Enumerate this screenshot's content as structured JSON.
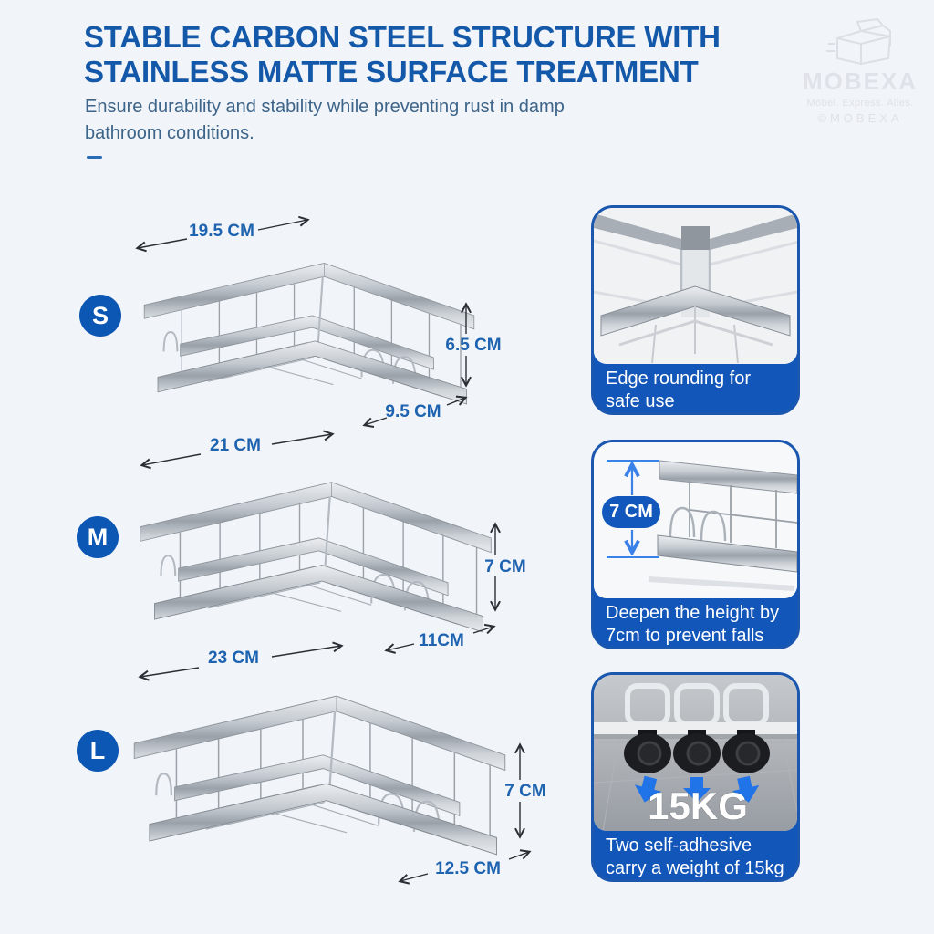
{
  "header": {
    "title_line1": "STABLE CARBON STEEL STRUCTURE WITH",
    "title_line2": "STAINLESS MATTE SURFACE TREATMENT",
    "subtitle_line1": "Ensure durability and stability while preventing rust in damp",
    "subtitle_line2": "bathroom conditions."
  },
  "brand": {
    "name": "MOBEXA",
    "tagline": "Möbel. Express. Alles.",
    "handle": "©MOBEXA",
    "icon": "moving-box-icon"
  },
  "sizes": [
    {
      "label": "S",
      "width": "19.5 CM",
      "height": "6.5 CM",
      "depth": "9.5 CM"
    },
    {
      "label": "M",
      "width": "21 CM",
      "height": "7 CM",
      "depth": "11CM"
    },
    {
      "label": "L",
      "width": "23 CM",
      "height": "7 CM",
      "depth": "12.5 CM"
    }
  ],
  "features": [
    {
      "caption_line1": "Edge rounding for",
      "caption_line2": "safe use",
      "image": "corner-shelf-top-view"
    },
    {
      "badge": "7 CM",
      "caption_line1": "Deepen the height by",
      "caption_line2": "7cm to prevent falls",
      "image": "shelf-depth-view"
    },
    {
      "overlay": "15KG",
      "caption_line1": "Two self-adhesive",
      "caption_line2": "carry a weight of 15kg",
      "image": "adhesive-hooks-weight-view"
    }
  ],
  "colors": {
    "title_blue": "#1459a9",
    "subtitle_blue": "#3d6489",
    "dimension_blue": "#1e63b0",
    "badge_blue": "#0c56b4",
    "card_border_blue": "#1b57ae",
    "caption_blue": "#1156b8",
    "pill_blue": "#1257bb",
    "arrow_blue": "#3b82e8",
    "background": "#f1f4f8",
    "watermark_gray": "#dfe2e8"
  }
}
